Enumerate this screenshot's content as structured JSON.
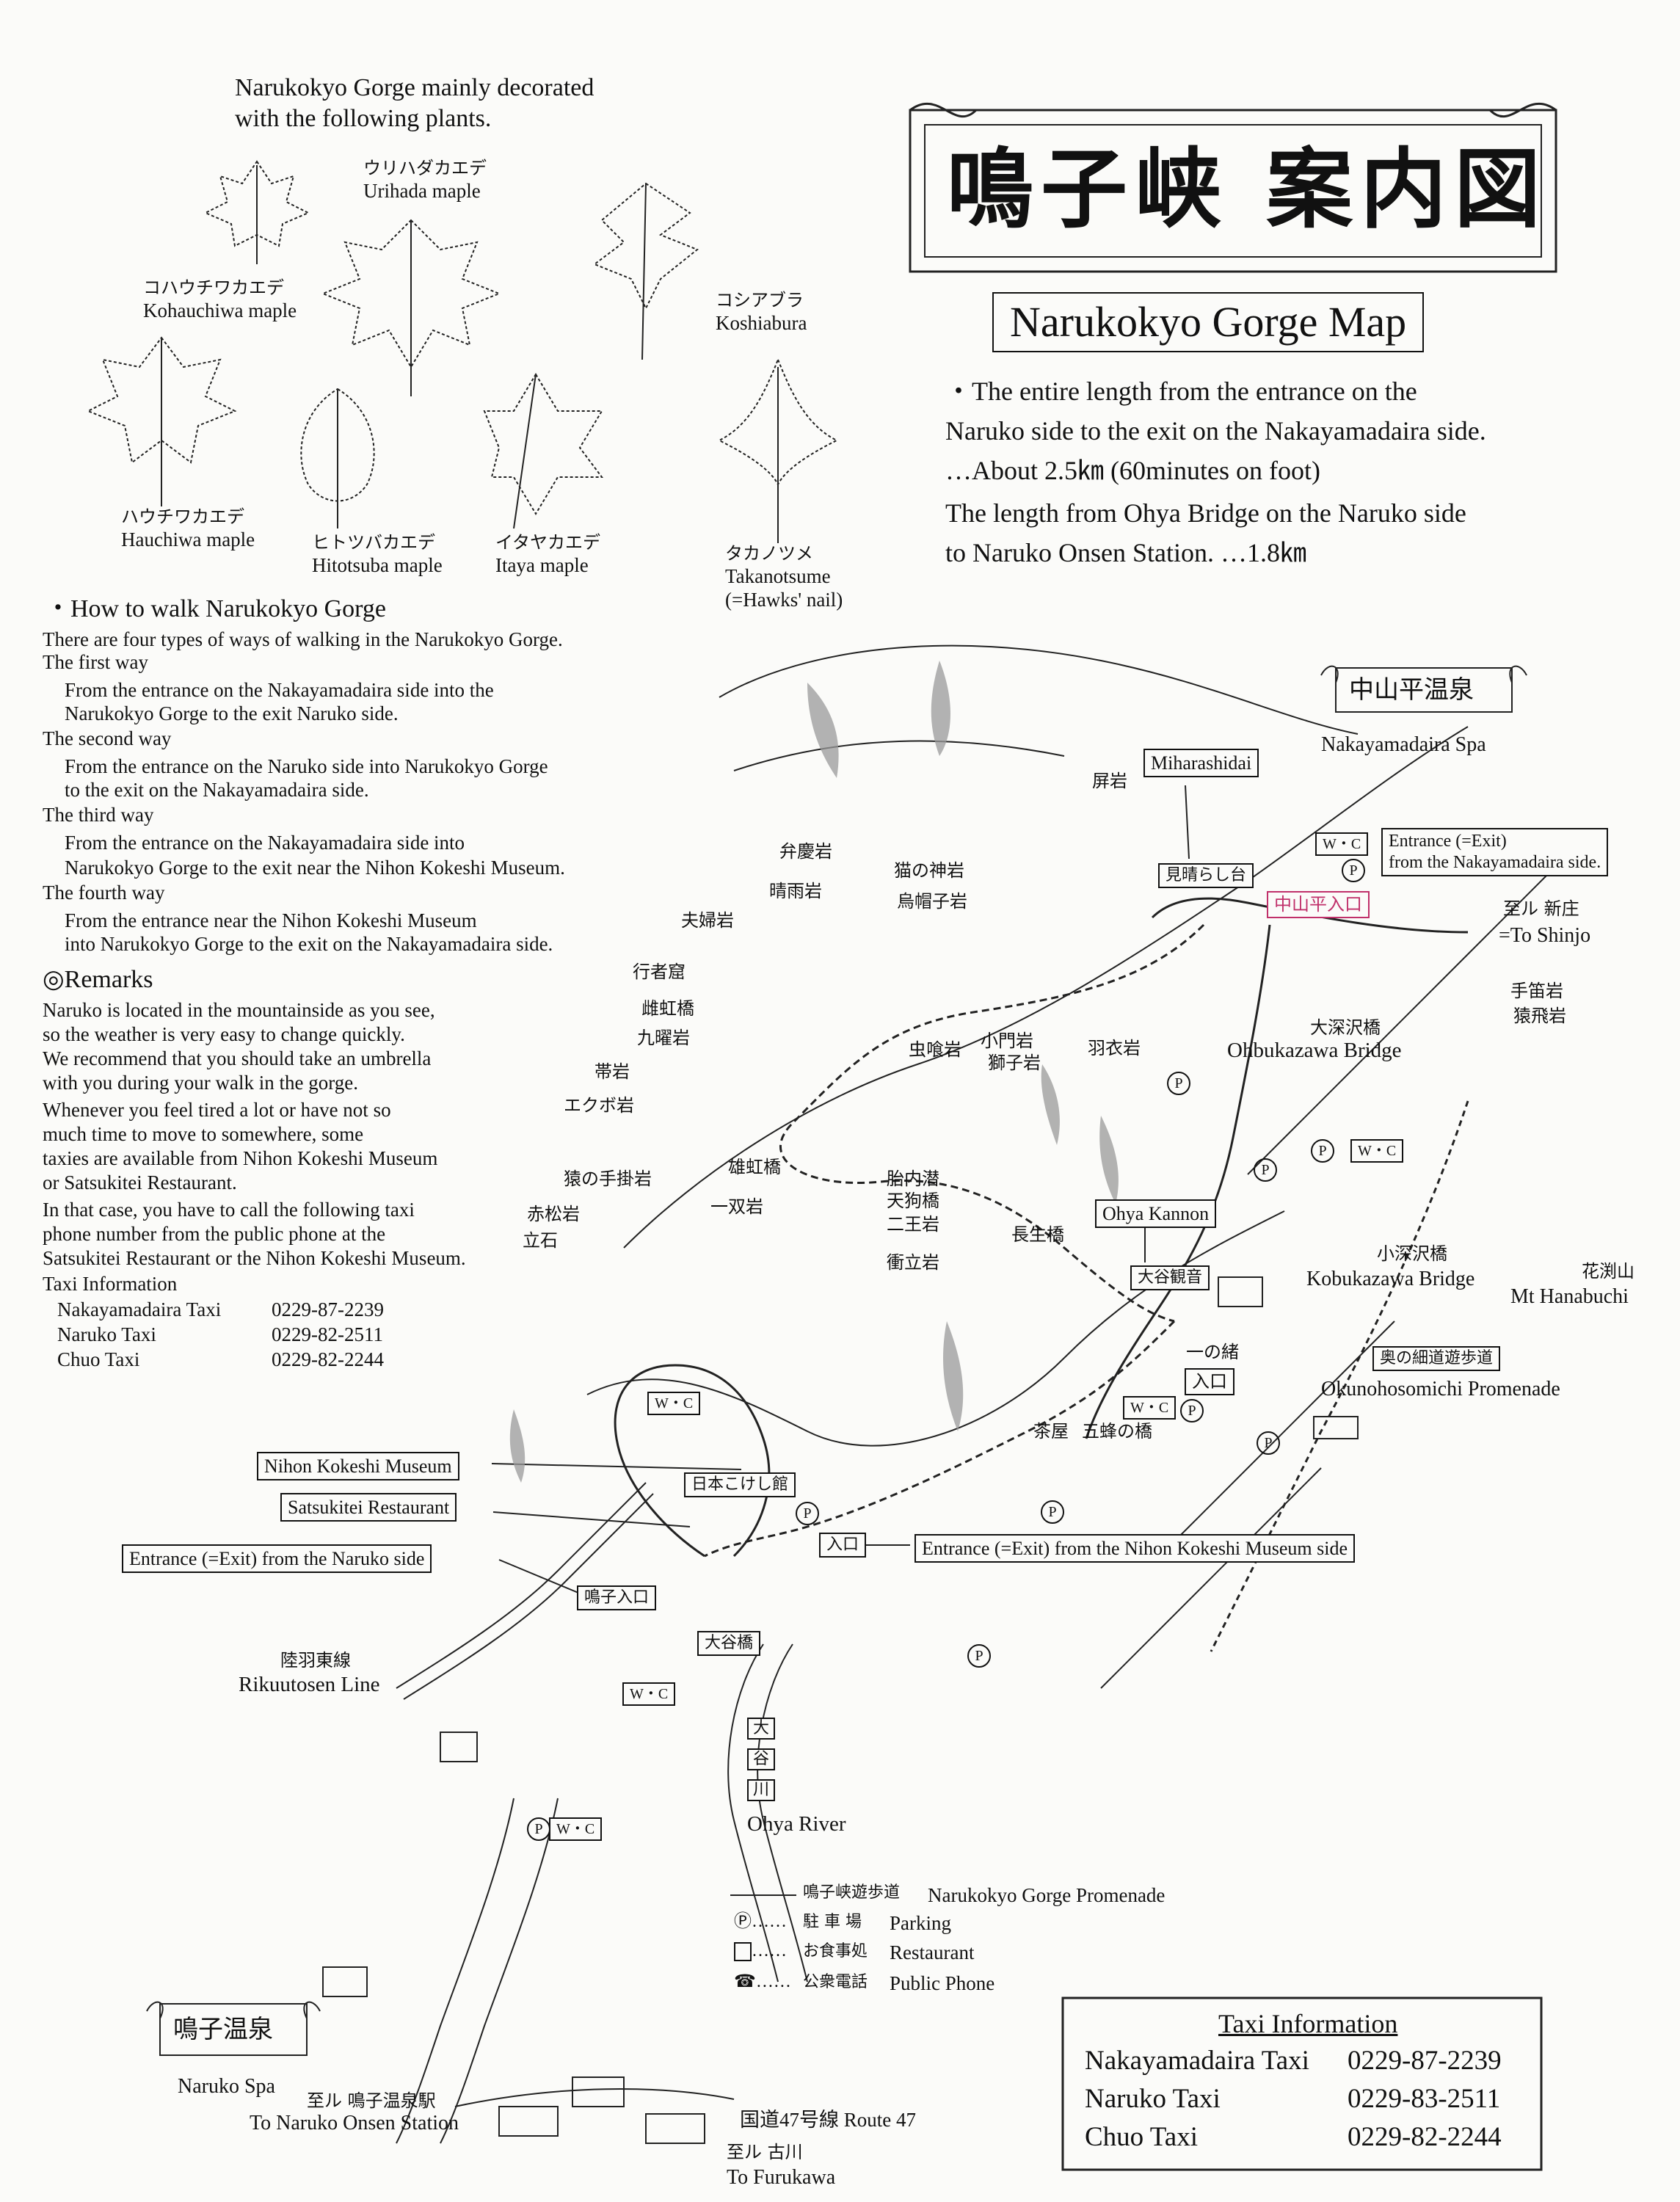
{
  "plants": {
    "heading": [
      "Narukokyo Gorge mainly decorated",
      "with the following plants."
    ],
    "items": [
      {
        "jp": "ウリハダカエデ",
        "en": "Urihada maple"
      },
      {
        "jp": "コハウチワカエデ",
        "en": "Kohauchiwa maple"
      },
      {
        "jp": "コシアブラ",
        "en": "Koshiabura"
      },
      {
        "jp": "ハウチワカエデ",
        "en": "Hauchiwa maple"
      },
      {
        "jp": "ヒトツバカエデ",
        "en": "Hitotsuba maple"
      },
      {
        "jp": "イタヤカエデ",
        "en": "Itaya maple"
      },
      {
        "jp": "タカノツメ",
        "en": "Takanotsume",
        "extra": "(=Hawks' nail)"
      }
    ]
  },
  "title": {
    "jp": "鳴子峡 案内図",
    "en": "Narukokyo Gorge Map"
  },
  "intro": [
    "・The entire length from the entrance on the",
    "Naruko side to the exit on the Nakayamadaira side.",
    "…About 2.5㎞ (60minutes on foot)",
    "The length from Ohya Bridge on the Naruko side",
    "to Naruko Onsen Station.  …1.8㎞"
  ],
  "how_to_walk": {
    "heading": "・How to walk Narukokyo Gorge",
    "lines": [
      "There are four types of ways of walking in the Narukokyo Gorge.",
      "The first way",
      "   From the entrance on the Nakayamadaira side into the",
      "   Narukokyo Gorge to the exit Naruko side.",
      "The second way",
      "   From the entrance on the Naruko side into Narukokyo Gorge",
      "   to the exit on the Nakayamadaira side.",
      "The third way",
      "   From the entrance on the Nakayamadaira side into",
      "   Narukokyo Gorge to the exit near the Nihon Kokeshi Museum.",
      "The fourth way",
      "   From the entrance near the Nihon Kokeshi Museum",
      "      into Narukokyo Gorge to the exit on the Nakayamadaira side."
    ]
  },
  "remarks": {
    "heading": "◎Remarks",
    "lines": [
      "Naruko is located in the mountainside as you see,",
      "   so the weather is very easy to change quickly.",
      "We recommend that you should take an umbrella",
      "   with you during your walk in the gorge.",
      "Whenever you feel tired  a  lot or have not so",
      "   much time to move to somewhere, some",
      "   taxies are available from Nihon Kokeshi Museum",
      "   or Satsukitei Restaurant.",
      "In that case, you have to call the following taxi",
      "   phone number from the public phone at the",
      "   Satsukitei Restaurant or the Nihon Kokeshi Museum.",
      "Taxi Information"
    ],
    "taxis": [
      {
        "name": "Nakayamadaira Taxi",
        "phone": "0229-87-2239"
      },
      {
        "name": "Naruko Taxi",
        "phone": "0229-82-2511"
      },
      {
        "name": "Chuo Taxi",
        "phone": "0229-82-2244"
      }
    ]
  },
  "taxi_box": {
    "title": "Taxi Information",
    "rows": [
      {
        "name": "Nakayamadaira Taxi",
        "phone": "0229-87-2239"
      },
      {
        "name": "Naruko Taxi",
        "phone": "0229-83-2511"
      },
      {
        "name": "Chuo Taxi",
        "phone": "0229-82-2244"
      }
    ]
  },
  "map_labels": {
    "nakayamadaira_spa_jp": "中山平温泉",
    "nakayamadaira_spa_en": "Nakayamadaira Spa",
    "miharashidai": "Miharashidai",
    "miharashidai_jp": "見晴らし台",
    "entrance_nakayamadaira": [
      "Entrance (=Exit)",
      "from the Nakayamadaira side."
    ],
    "nakayamadaira_entrance_jp": "中山平入口",
    "to_shinjo_jp": "至ル 新庄",
    "to_shinjo_en": "=To Shinjo",
    "ohbukazawa_jp": "大深沢橋",
    "ohbukazawa_en": "Ohbukazawa Bridge",
    "ohya_kannon": "Ohya Kannon",
    "ohya_kannon_jp": "大谷観音",
    "kobukazawa_jp": "小深沢橋",
    "kobukazawa_en": "Kobukazawa Bridge",
    "hanabuchi_jp": "花渕山",
    "hanabuchi_en": "Mt Hanabuchi",
    "okuno_jp": "奥の細道遊歩道",
    "okuno_en": "Okunohosomichi Promenade",
    "iriguchi": "入口",
    "nihon_kokeshi": "Nihon Kokeshi Museum",
    "nihon_kokeshi_jp": "日本こけし館",
    "satsukitei": "Satsukitei Restaurant",
    "entrance_naruko": "Entrance (=Exit) from the Naruko side",
    "naruko_entrance_jp": "鳴子入口",
    "entrance_museum": "Entrance (=Exit) from the Nihon Kokeshi Museum side",
    "ohya_bridge_jp": "大谷橋",
    "rikuu_jp": "陸羽東線",
    "rikuu_en": "Rikuutosen Line",
    "ohya_river_jp": [
      "大",
      "谷",
      "川"
    ],
    "ohya_river_en": "Ohya River",
    "naruko_spa_jp": "鳴子温泉",
    "naruko_spa_en": "Naruko Spa",
    "to_naruko_station_jp": "至ル  鳴子温泉駅",
    "to_naruko_station_en": "To Naruko Onsen Station",
    "route47": "国道47号線  Route 47",
    "to_furukawa_jp": "至ル 古川",
    "to_furukawa_en": "To Furukawa",
    "wc": "W・C",
    "parking": "P",
    "rocks": [
      {
        "text": "屏岩"
      },
      {
        "text": "弁慶岩"
      },
      {
        "text": "猫の神岩"
      },
      {
        "text": "晴雨岩"
      },
      {
        "text": "烏帽子岩"
      },
      {
        "text": "夫婦岩"
      },
      {
        "text": "行者窟"
      },
      {
        "text": "雌虹橋"
      },
      {
        "text": "九曜岩"
      },
      {
        "text": "帯岩"
      },
      {
        "text": "エクボ岩"
      },
      {
        "text": "虫喰岩"
      },
      {
        "text": "小門岩"
      },
      {
        "text": "獅子岩"
      },
      {
        "text": "羽衣岩"
      },
      {
        "text": "手笛岩"
      },
      {
        "text": "猿飛岩"
      },
      {
        "text": "雄虹橋"
      },
      {
        "text": "胎内潜"
      },
      {
        "text": "天狗橋"
      },
      {
        "text": "二王岩"
      },
      {
        "text": "長生橋"
      },
      {
        "text": "衝立岩"
      },
      {
        "text": "猿の手掛岩"
      },
      {
        "text": "赤松岩"
      },
      {
        "text": "一双岩"
      },
      {
        "text": "立石"
      },
      {
        "text": "一の緒"
      },
      {
        "text": "茶屋"
      },
      {
        "text": "五蜂の橋"
      }
    ]
  },
  "legend": {
    "items": [
      {
        "symbol": "———",
        "jp": "鳴子峡遊歩道",
        "en": "Narukokyo Gorge Promenade"
      },
      {
        "symbol": "Ⓟ……",
        "jp": "駐 車 場",
        "en": "Parking"
      },
      {
        "symbol": "……",
        "jp": "お食事処",
        "en": "Restaurant"
      },
      {
        "symbol": "☎……",
        "jp": "公衆電話",
        "en": "Public Phone"
      }
    ]
  }
}
